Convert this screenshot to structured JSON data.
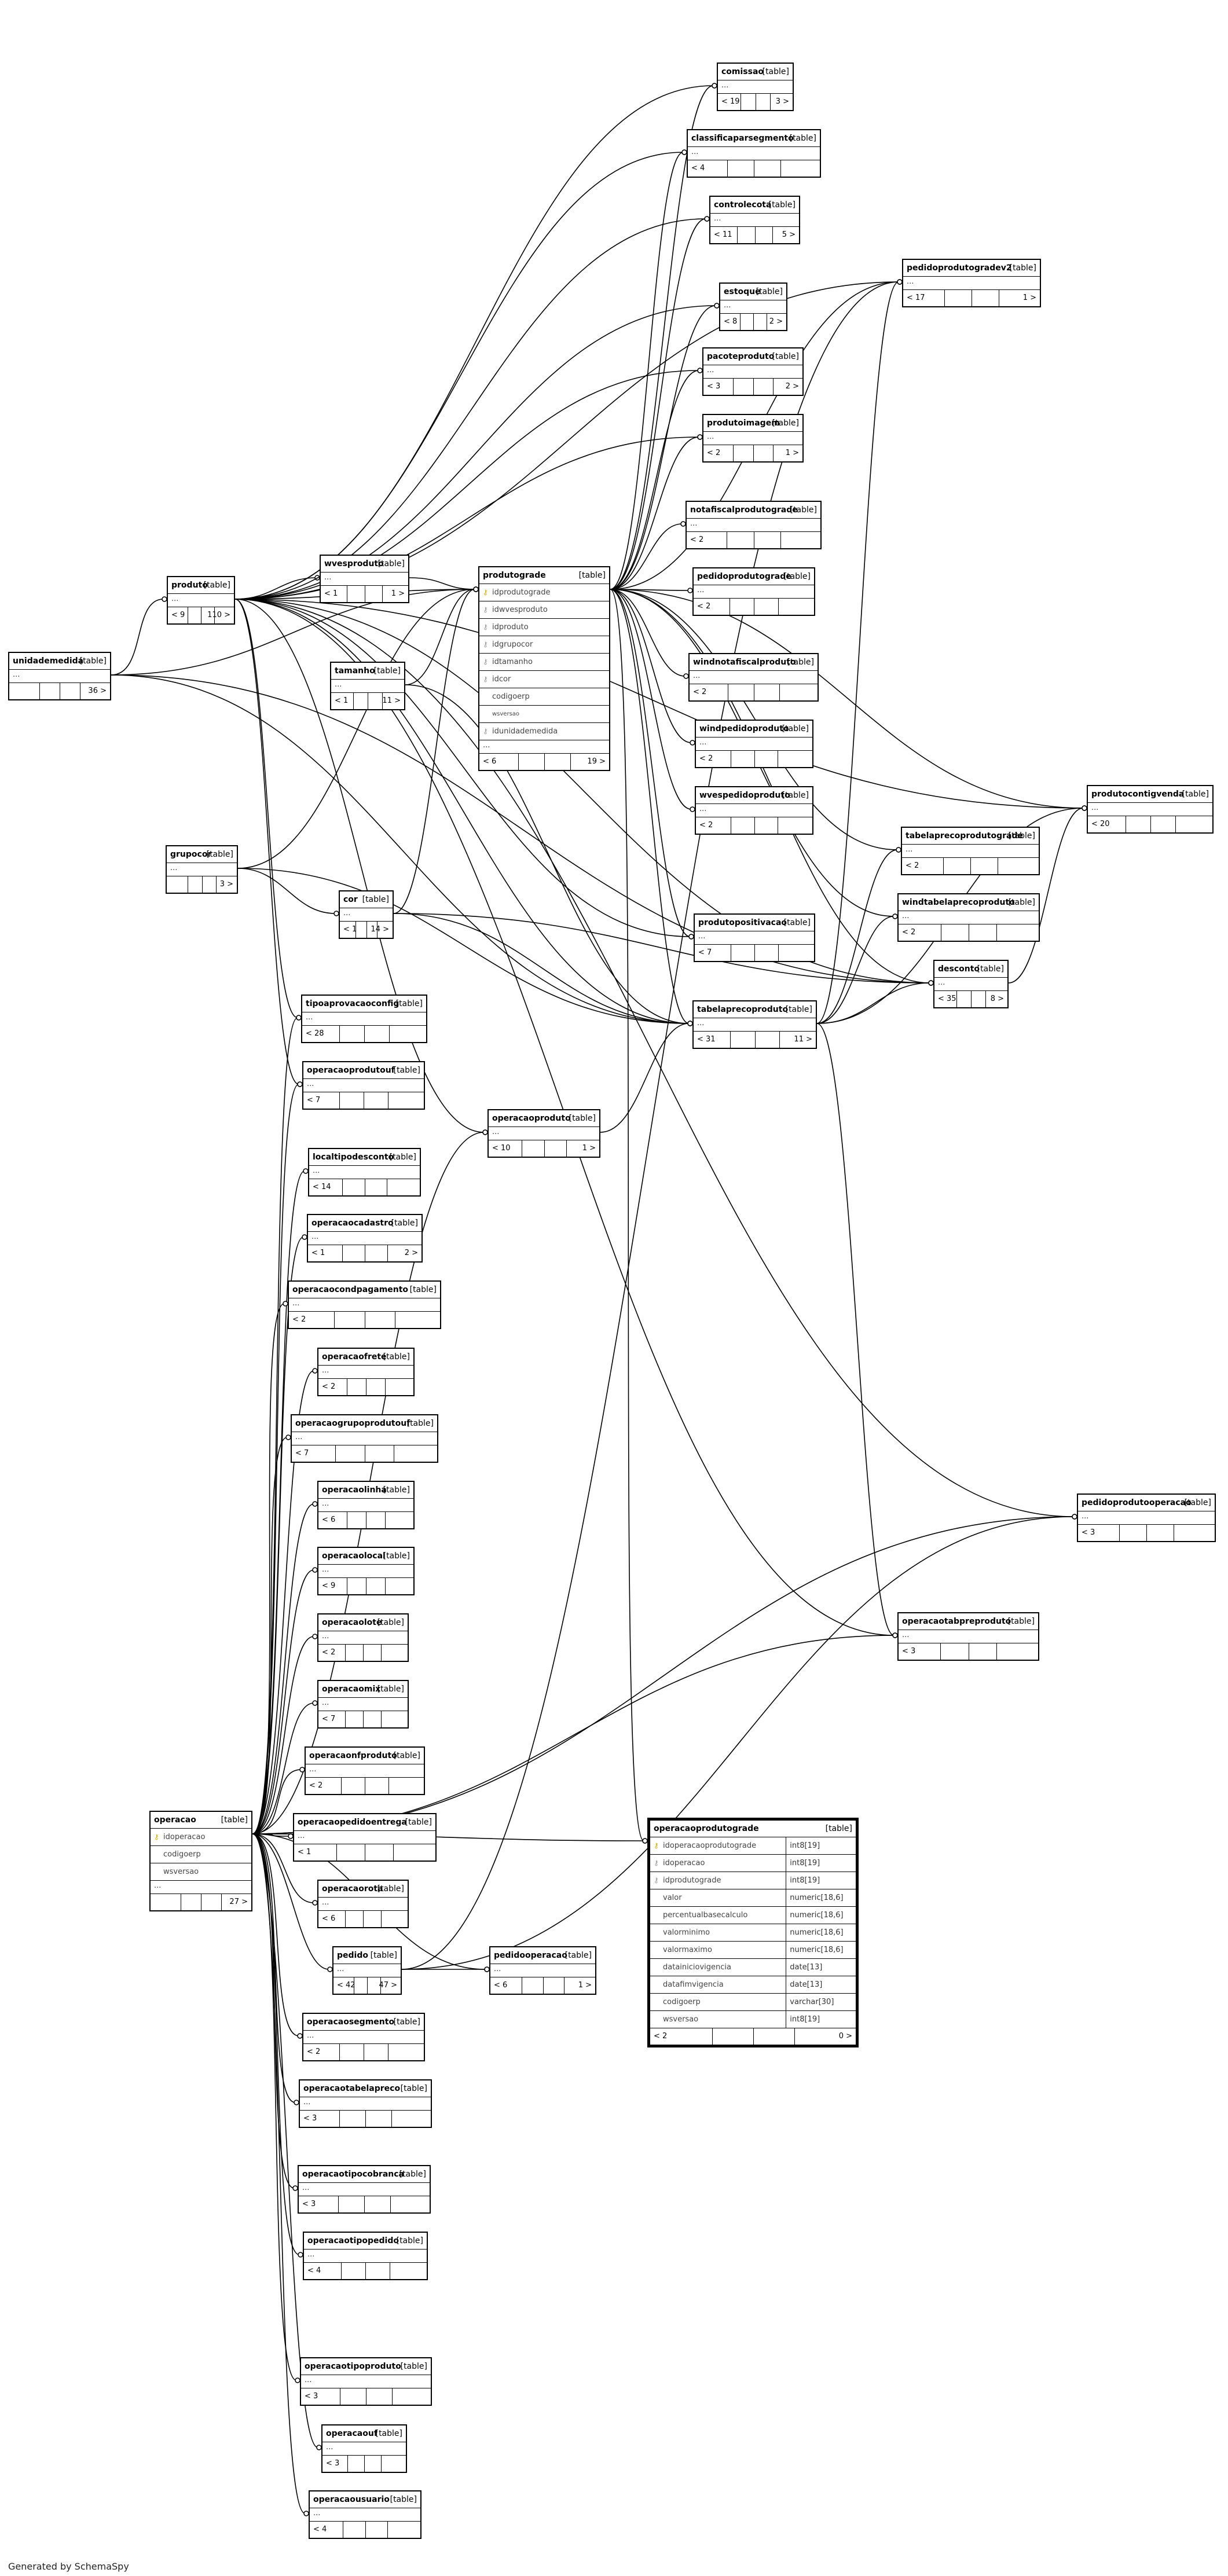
{
  "diagram": {
    "table_tag": "[table]",
    "ellipsis": "...",
    "footer": "Generated by SchemaSpy"
  },
  "tables": {
    "comissao": {
      "name": "comissao",
      "parents": "< 19",
      "children": "3 >"
    },
    "classificaparsegmento": {
      "name": "classificaparsegmento",
      "parents": "< 4",
      "children": ""
    },
    "controlecota": {
      "name": "controlecota",
      "parents": "< 11",
      "children": "5 >"
    },
    "pedidoprodutogradev2": {
      "name": "pedidoprodutogradev2",
      "parents": "< 17",
      "children": "1 >"
    },
    "estoque": {
      "name": "estoque",
      "parents": "< 8",
      "children": "2 >"
    },
    "pacoteproduto": {
      "name": "pacoteproduto",
      "parents": "< 3",
      "children": "2 >"
    },
    "produtoimagem": {
      "name": "produtoimagem",
      "parents": "< 2",
      "children": "1 >"
    },
    "notafiscalprodutograde": {
      "name": "notafiscalprodutograde",
      "parents": "< 2",
      "children": ""
    },
    "pedidoprodutograde": {
      "name": "pedidoprodutograde",
      "parents": "< 2",
      "children": ""
    },
    "windnotafiscalproduto": {
      "name": "windnotafiscalproduto",
      "parents": "< 2",
      "children": ""
    },
    "windpedidoproduto": {
      "name": "windpedidoproduto",
      "parents": "< 2",
      "children": ""
    },
    "wvespedidoproduto": {
      "name": "wvespedidoproduto",
      "parents": "< 2",
      "children": ""
    },
    "produtocontigvenda": {
      "name": "produtocontigvenda",
      "parents": "< 20",
      "children": ""
    },
    "tabelaprecoprodutograde": {
      "name": "tabelaprecoprodutograde",
      "parents": "< 2",
      "children": ""
    },
    "windtabelaprecoproduto": {
      "name": "windtabelaprecoproduto",
      "parents": "< 2",
      "children": ""
    },
    "desconto": {
      "name": "desconto",
      "parents": "< 35",
      "children": "8 >"
    },
    "produtopositivacao": {
      "name": "produtopositivacao",
      "parents": "< 7",
      "children": ""
    },
    "tabelaprecoproduto": {
      "name": "tabelaprecoproduto",
      "parents": "< 31",
      "children": "11 >"
    },
    "produto": {
      "name": "produto",
      "parents": "< 9",
      "children": "110 >"
    },
    "wvesproduto": {
      "name": "wvesproduto",
      "parents": "< 1",
      "children": "1 >"
    },
    "produtograde": {
      "name": "produtograde",
      "parents": "< 6",
      "children": "19 >",
      "columns": [
        {
          "name": "idprodutograde",
          "key": "pk"
        },
        {
          "name": "idwvesproduto",
          "key": "fk"
        },
        {
          "name": "idproduto",
          "key": "fk"
        },
        {
          "name": "idgrupocor",
          "key": "fk"
        },
        {
          "name": "idtamanho",
          "key": "fk"
        },
        {
          "name": "idcor",
          "key": "fk"
        },
        {
          "name": "codigoerp",
          "key": ""
        },
        {
          "name": "wsversao",
          "key": ""
        },
        {
          "name": "idunidademedida",
          "key": "fk"
        }
      ]
    },
    "unidademedida": {
      "name": "unidademedida",
      "parents": "",
      "children": "36 >"
    },
    "tamanho": {
      "name": "tamanho",
      "parents": "< 1",
      "children": "11 >"
    },
    "grupocor": {
      "name": "grupocor",
      "parents": "",
      "children": "3 >"
    },
    "cor": {
      "name": "cor",
      "parents": "< 1",
      "children": "14 >"
    },
    "tipoaprovacaoconfig": {
      "name": "tipoaprovacaoconfig",
      "parents": "< 28",
      "children": ""
    },
    "operacaoprodutouf": {
      "name": "operacaoprodutouf",
      "parents": "< 7",
      "children": ""
    },
    "operacaoproduto": {
      "name": "operacaoproduto",
      "parents": "< 10",
      "children": "1 >"
    },
    "localtipodesconto": {
      "name": "localtipodesconto",
      "parents": "< 14",
      "children": ""
    },
    "operacaocadastro": {
      "name": "operacaocadastro",
      "parents": "< 1",
      "children": "2 >"
    },
    "operacaocondpagamento": {
      "name": "operacaocondpagamento",
      "parents": "< 2",
      "children": ""
    },
    "operacaofrete": {
      "name": "operacaofrete",
      "parents": "< 2",
      "children": ""
    },
    "operacaogrupoprodutouf": {
      "name": "operacaogrupoprodutouf",
      "parents": "< 7",
      "children": ""
    },
    "operacaolinha": {
      "name": "operacaolinha",
      "parents": "< 6",
      "children": ""
    },
    "operacaolocal": {
      "name": "operacaolocal",
      "parents": "< 9",
      "children": ""
    },
    "operacaolote": {
      "name": "operacaolote",
      "parents": "< 2",
      "children": ""
    },
    "operacaomix": {
      "name": "operacaomix",
      "parents": "< 7",
      "children": ""
    },
    "operacaonfproduto": {
      "name": "operacaonfproduto",
      "parents": "< 2",
      "children": ""
    },
    "operacaopedidoentrega": {
      "name": "operacaopedidoentrega",
      "parents": "< 1",
      "children": ""
    },
    "operacao": {
      "name": "operacao",
      "parents": "",
      "children": "27 >",
      "columns": [
        {
          "name": "idoperacao",
          "key": "pk"
        },
        {
          "name": "codigoerp",
          "key": ""
        },
        {
          "name": "wsversao",
          "key": ""
        }
      ]
    },
    "operacaorota": {
      "name": "operacaorota",
      "parents": "< 6",
      "children": ""
    },
    "pedido": {
      "name": "pedido",
      "parents": "< 42",
      "children": "47 >"
    },
    "pedidooperacao": {
      "name": "pedidooperacao",
      "parents": "< 6",
      "children": "1 >"
    },
    "operacaosegmento": {
      "name": "operacaosegmento",
      "parents": "< 2",
      "children": ""
    },
    "operacaotabelapreco": {
      "name": "operacaotabelapreco",
      "parents": "< 3",
      "children": ""
    },
    "operacaotipocobranca": {
      "name": "operacaotipocobranca",
      "parents": "< 3",
      "children": ""
    },
    "operacaotipopedido": {
      "name": "operacaotipopedido",
      "parents": "< 4",
      "children": ""
    },
    "operacaotipoproduto": {
      "name": "operacaotipoproduto",
      "parents": "< 3",
      "children": ""
    },
    "operacaouf": {
      "name": "operacaouf",
      "parents": "< 3",
      "children": ""
    },
    "operacaousuario": {
      "name": "operacaousuario",
      "parents": "< 4",
      "children": ""
    },
    "pedidoprodutooperacao": {
      "name": "pedidoprodutooperacao",
      "parents": "< 3",
      "children": ""
    },
    "operacaotabpreproduto": {
      "name": "operacaotabpreproduto",
      "parents": "< 3",
      "children": ""
    },
    "operacaoprodutograde": {
      "name": "operacaoprodutograde",
      "parents": "< 2",
      "children": "0 >",
      "columns": [
        {
          "name": "idoperacaoprodutograde",
          "type": "int8[19]",
          "key": "pk"
        },
        {
          "name": "idoperacao",
          "type": "int8[19]",
          "key": "fk"
        },
        {
          "name": "idprodutograde",
          "type": "int8[19]",
          "key": "fk"
        },
        {
          "name": "valor",
          "type": "numeric[18,6]",
          "key": ""
        },
        {
          "name": "percentualbasecalculo",
          "type": "numeric[18,6]",
          "key": ""
        },
        {
          "name": "valorminimo",
          "type": "numeric[18,6]",
          "key": ""
        },
        {
          "name": "valormaximo",
          "type": "numeric[18,6]",
          "key": ""
        },
        {
          "name": "datainiciovigencia",
          "type": "date[13]",
          "key": ""
        },
        {
          "name": "datafimvigencia",
          "type": "date[13]",
          "key": ""
        },
        {
          "name": "codigoerp",
          "type": "varchar[30]",
          "key": ""
        },
        {
          "name": "wsversao",
          "type": "int8[19]",
          "key": ""
        }
      ]
    }
  }
}
